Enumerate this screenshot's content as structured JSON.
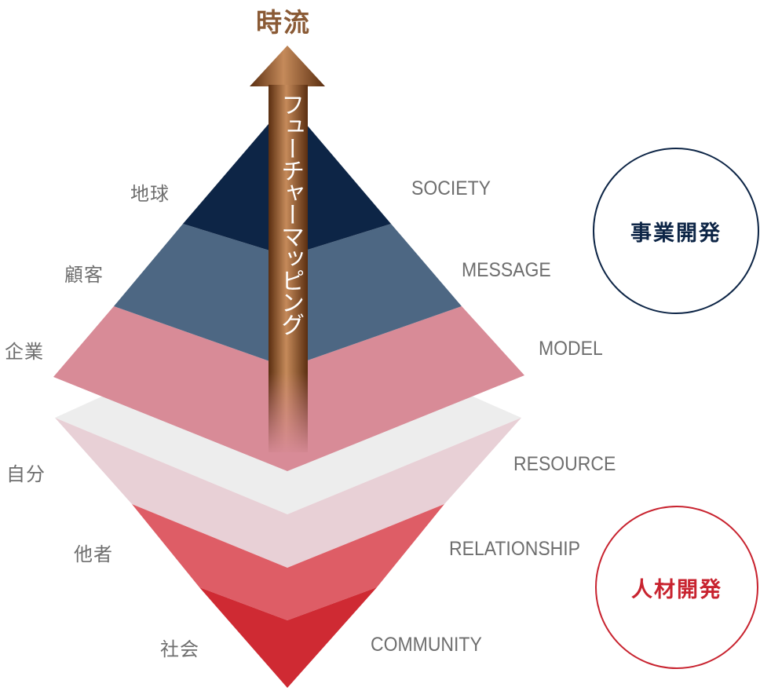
{
  "title": "時流",
  "arrow_label": "フューチャーマッピング",
  "left_labels": [
    "地球",
    "顧客",
    "企業",
    "自分",
    "他者",
    "社会"
  ],
  "right_labels": [
    "SOCIETY",
    "MESSAGE",
    "MODEL",
    "RESOURCE",
    "RELATIONSHIP",
    "COMMUNITY"
  ],
  "groups": {
    "business": {
      "label": "事業開発",
      "color": "#0d2546"
    },
    "human": {
      "label": "人材開発",
      "color": "#c8232f"
    }
  },
  "layer_colors": {
    "top_navy": "#0d2546",
    "slate": "#4d6783",
    "pink": "#d88b97",
    "light_gray": "#ededed",
    "pale_pink": "#e8d0d6",
    "coral": "#de5d66",
    "red": "#cf2a33"
  },
  "arrow_colors": {
    "dark": "#5a2e10",
    "light": "#c58a5a"
  }
}
